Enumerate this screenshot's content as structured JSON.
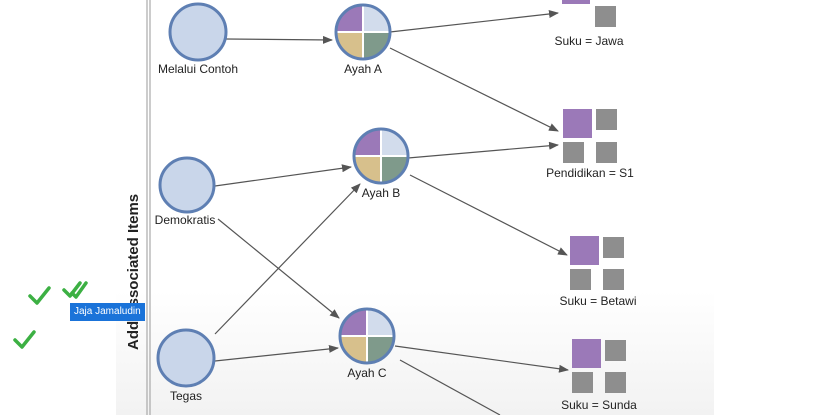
{
  "panel": {
    "vertical_title": "Add Associated Items"
  },
  "nodes": {
    "melalui_contoh": "Melalui Contoh",
    "demokratis": "Demokratis",
    "tegas": "Tegas",
    "ayah_a": "Ayah A",
    "ayah_b": "Ayah B",
    "ayah_c": "Ayah C",
    "suku_jawa": "Suku = Jawa",
    "pendidikan_s1": "Pendidikan = S1",
    "suku_betawi": "Suku = Betawi",
    "suku_sunda": "Suku = Sunda"
  },
  "overlay": {
    "tooltip_name": "Jaja Jamaludin"
  },
  "colors": {
    "node_fill": "#c9d6ea",
    "node_stroke": "#5e7fb3",
    "purple": "#9b79b8",
    "light_blue": "#d2dcec",
    "tan": "#d7c08c",
    "green_gray": "#7f9a8b",
    "gray": "#8e8e8e",
    "check_green": "#3cb043",
    "tooltip_bg": "#1a73d9"
  }
}
